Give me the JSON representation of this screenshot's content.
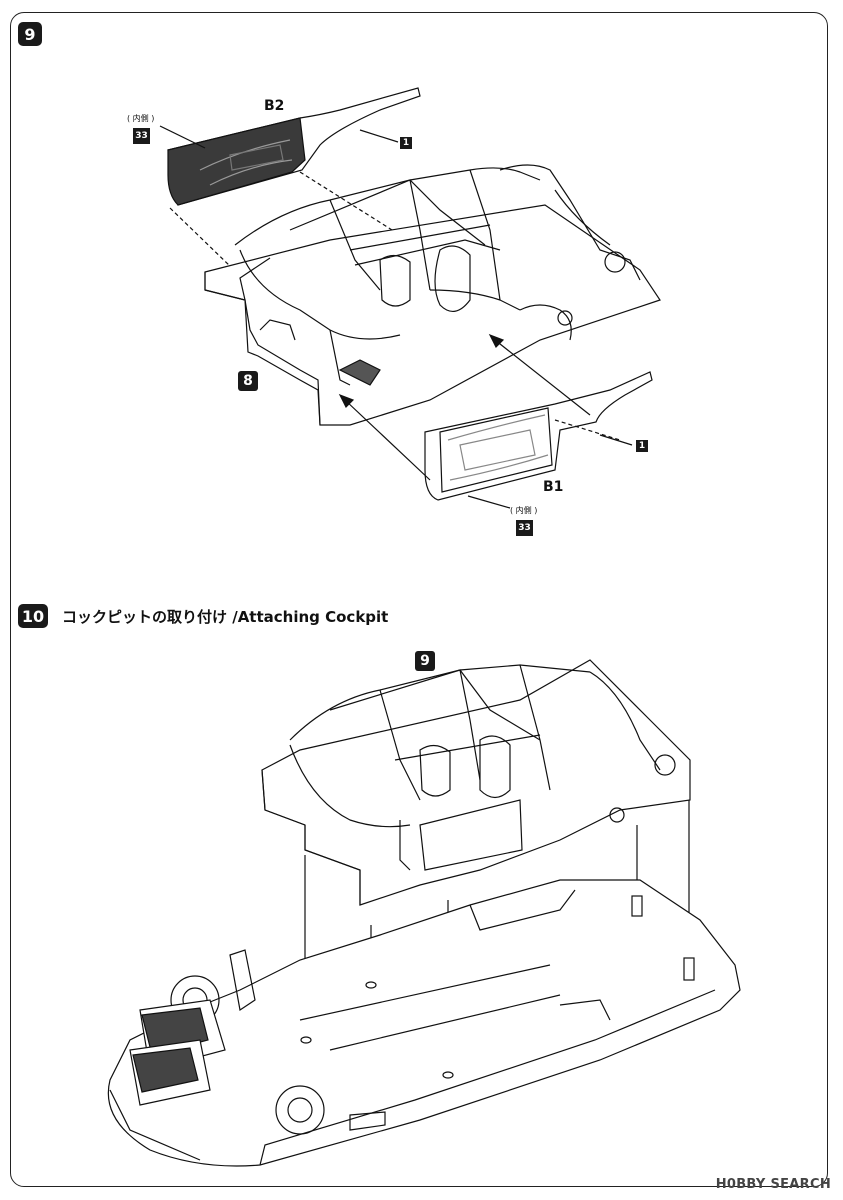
{
  "step9": {
    "badge": "9",
    "part_b2": "B2",
    "part_b1": "B1",
    "inner_side_b2": "( 内側 )",
    "inner_side_b1": "( 内側 )",
    "paint_b2": "33",
    "paint_b1": "33",
    "part_ref_b2": "1",
    "part_ref_b1": "1",
    "ref_step": "8"
  },
  "step10": {
    "badge": "10",
    "title": "コックピットの取り付け /Attaching Cockpit",
    "ref_step": "9"
  },
  "watermark": "H0BBY SEARCH"
}
